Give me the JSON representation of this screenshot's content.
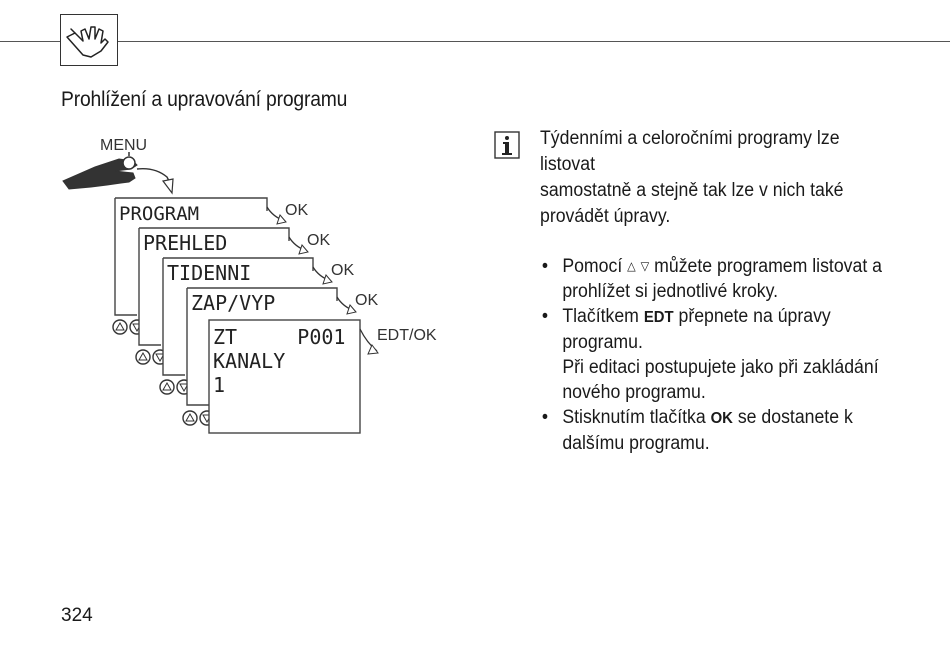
{
  "page": {
    "title": "Prohlížení a upravování programu",
    "page_number": "324"
  },
  "diagram": {
    "menu_label": "MENU",
    "screens": [
      {
        "line1": "PROGRAM",
        "key": "OK"
      },
      {
        "line1": "PREHLED",
        "key": "OK"
      },
      {
        "line1": "TIDENNI",
        "key": "OK"
      },
      {
        "line1": "ZAP/VYP",
        "key": "OK"
      },
      {
        "line1": "ZT     P001",
        "line2": "KANALY",
        "line3": "1",
        "key": "EDT/OK"
      }
    ]
  },
  "info": {
    "lines": [
      "Týdenními a celoročními programy lze listovat",
      "samostatně a stejně tak lze v nich také provádět úpravy."
    ]
  },
  "bullets": {
    "b1_pre": "Pomocí",
    "b1_up": "△",
    "b1_down": "▽",
    "b1_post": "můžete programem listovat a prohlížet si jednotlivé kroky.",
    "b2_pre": "Tlačítkem",
    "b2_key": "EDT",
    "b2_post": "přepnete na úpravy programu.",
    "b2_extra": "Při editaci postupujete jako při zakládání nového programu.",
    "b3_pre": "Stisknutím tlačítka",
    "b3_key": "OK",
    "b3_post": "se dostanete k dalšímu programu."
  }
}
